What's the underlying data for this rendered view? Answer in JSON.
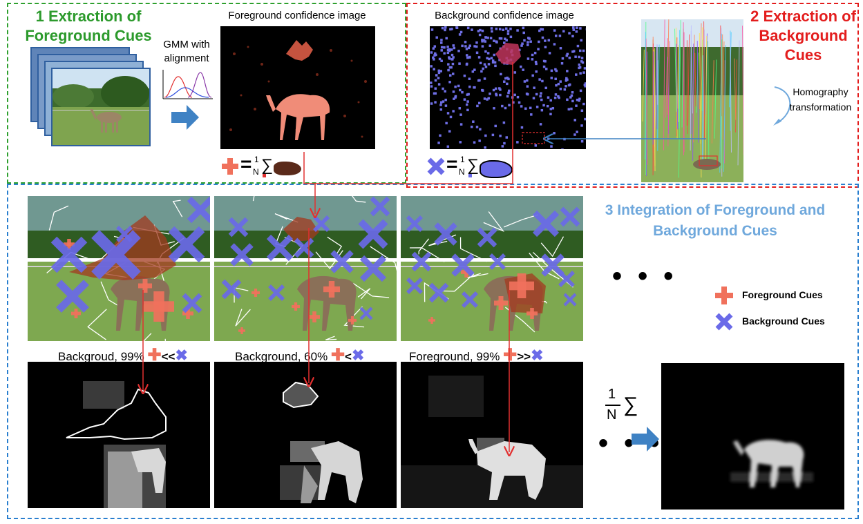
{
  "sections": {
    "foreground": {
      "number": "1",
      "title_line1": "Extraction of",
      "title_line2": "Foreground  Cues",
      "gmm_label_line1": "GMM with",
      "gmm_label_line2": "alignment",
      "confidence_title": "Foreground confidence image"
    },
    "background": {
      "number": "2",
      "title_line1": "Extraction of",
      "title_line2": "Background",
      "title_line3": "Cues",
      "confidence_title": "Background confidence image",
      "homography_line1": "Homography",
      "homography_line2": "transformation"
    },
    "integration": {
      "number": "3",
      "title_line1": "Integration of Foreground and",
      "title_line2": "Background Cues"
    }
  },
  "formula": {
    "equals": "=",
    "numerator": "1",
    "denominator": "N",
    "sum": "∑"
  },
  "results": [
    {
      "label": "Backgroud, 99%",
      "relation": "<<"
    },
    {
      "label": "Background, 60%",
      "relation": "<"
    },
    {
      "label": "Foreground, 99%",
      "relation": ">>"
    }
  ],
  "legend": [
    {
      "label": "Foreground Cues",
      "icon": "plus-icon",
      "color": "#f0715c"
    },
    {
      "label": "Background Cues",
      "icon": "cross-icon",
      "color": "#6a6ae8"
    }
  ],
  "ellipsis": "• • •",
  "final_sum": {
    "numerator": "1",
    "denominator": "N",
    "sum": "∑"
  },
  "colors": {
    "green": "#2c9a2c",
    "red": "#e31d1d",
    "blue_title": "#6fa8dc",
    "foreground_cue": "#f0715c",
    "background_cue": "#6a6ae8",
    "arrow_blue": "#3f82c4"
  }
}
